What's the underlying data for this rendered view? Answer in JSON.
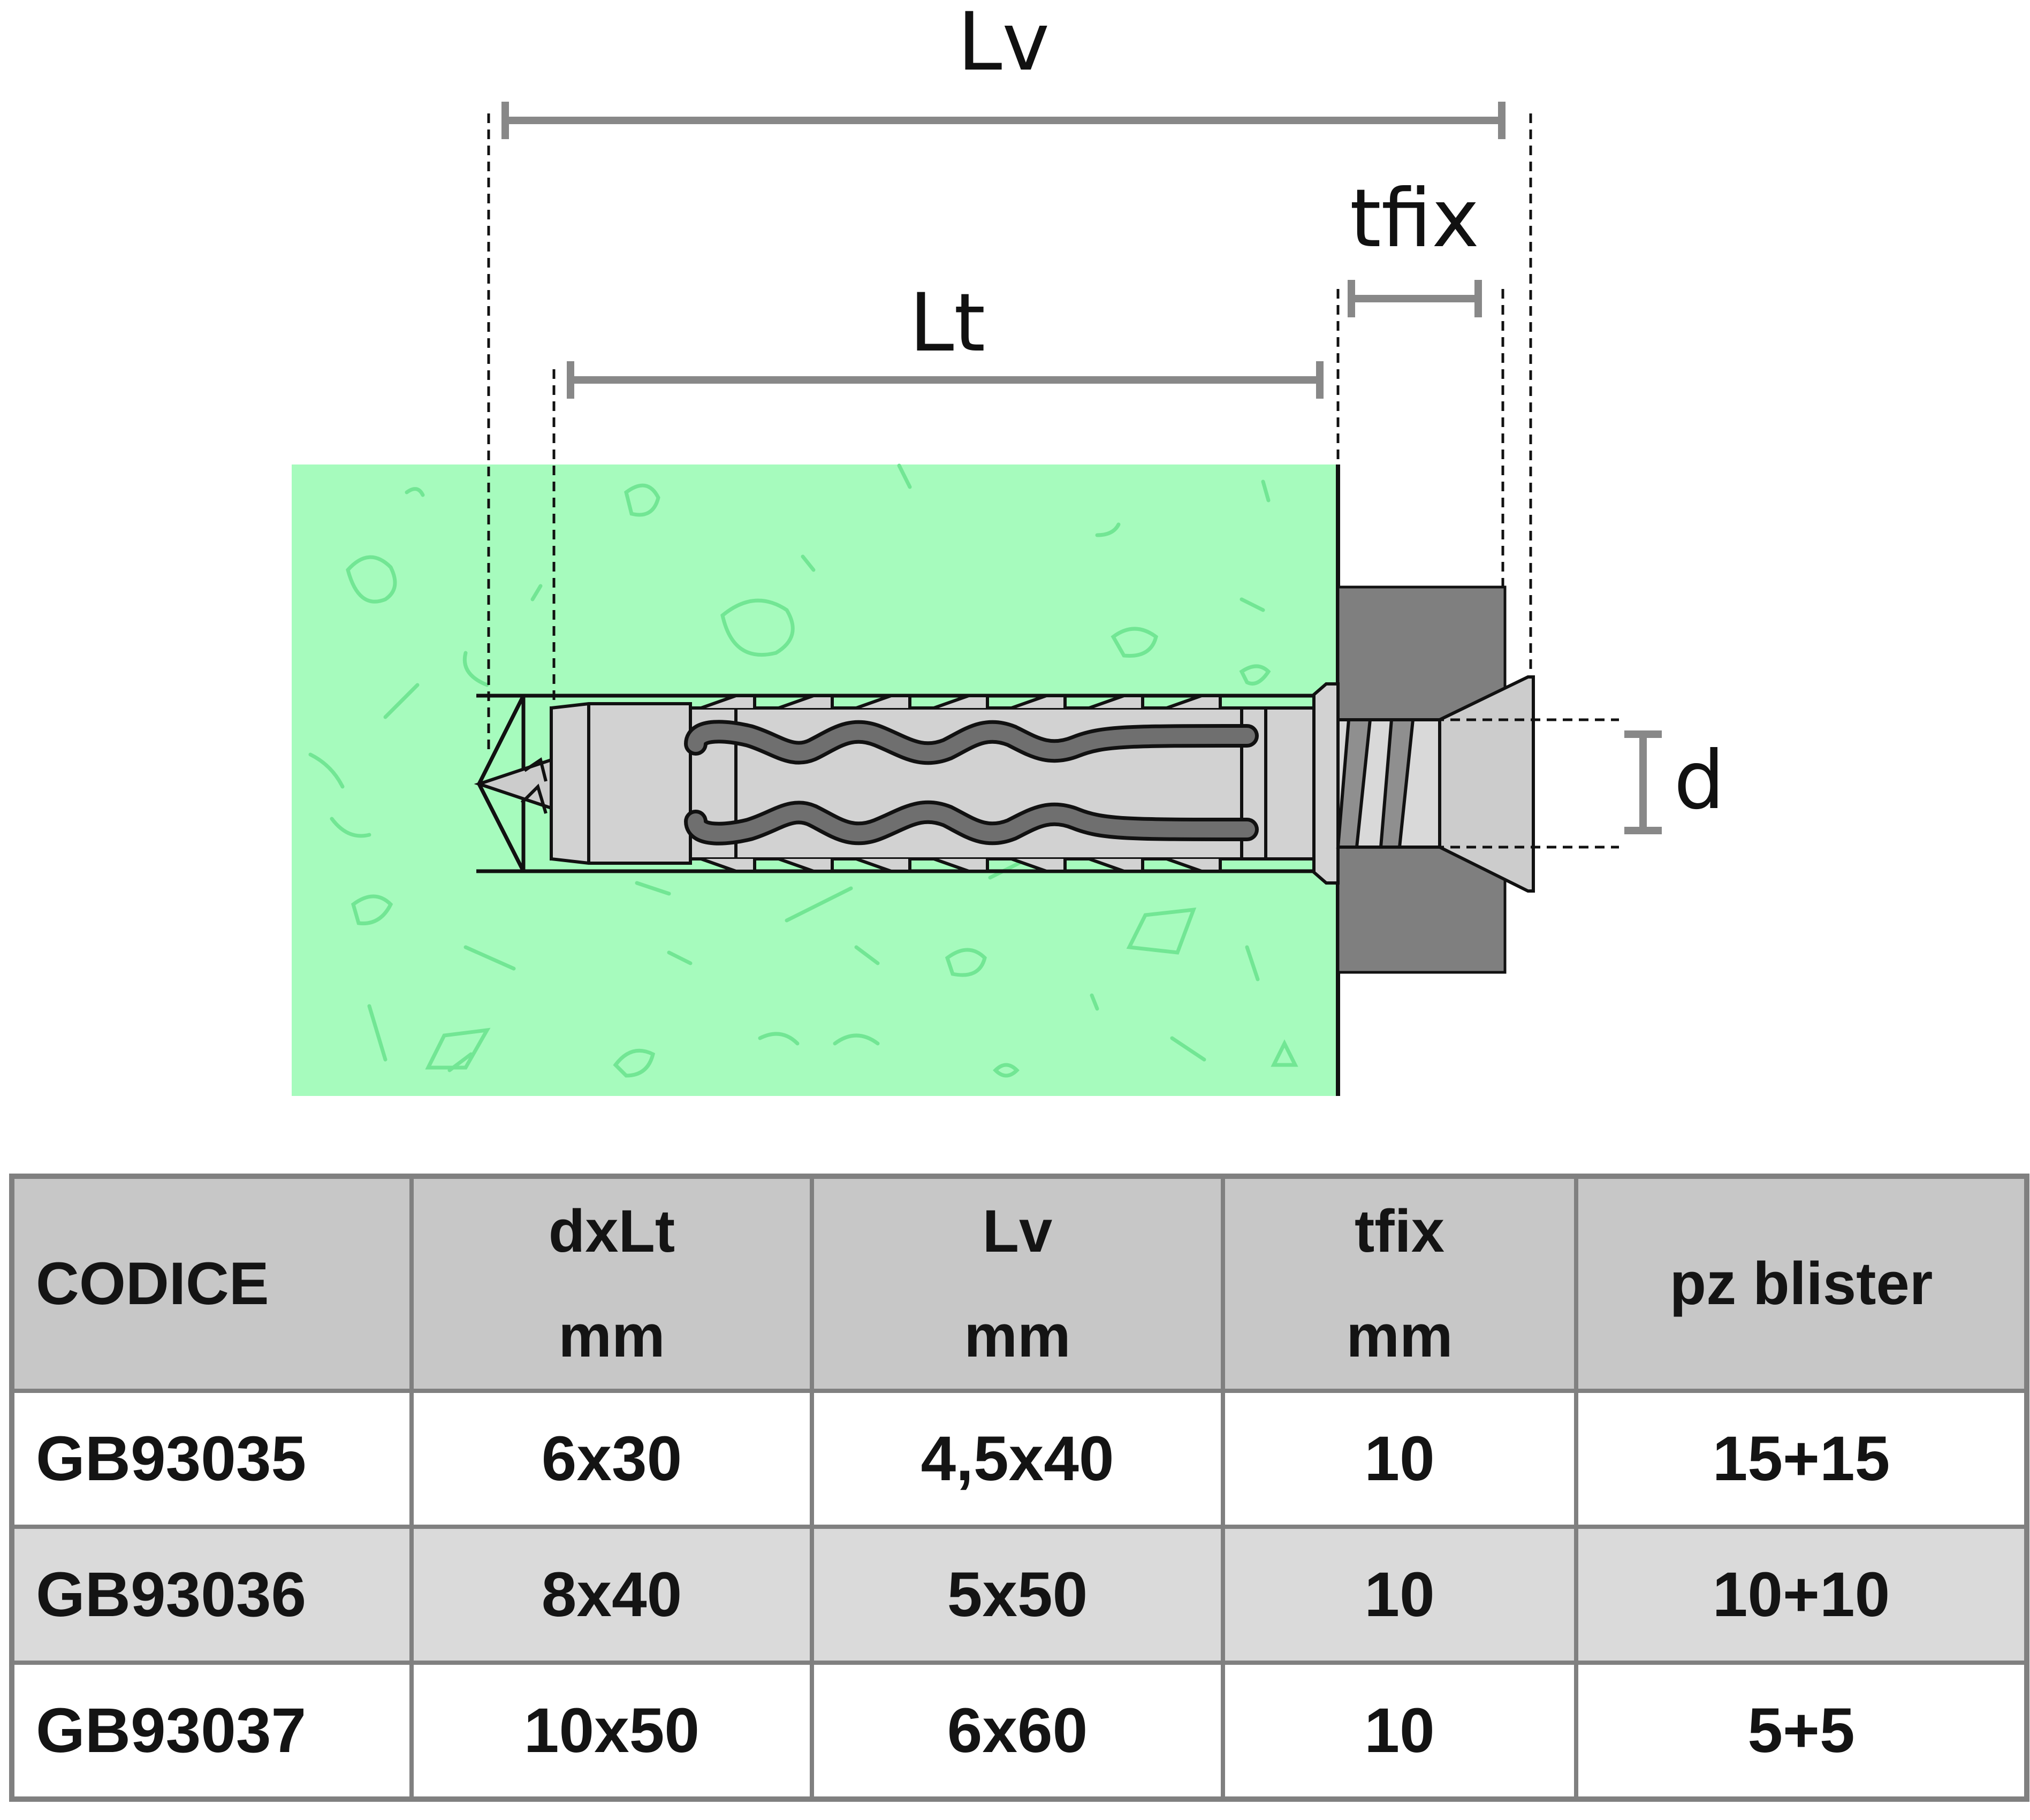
{
  "diagram": {
    "labels": {
      "lv": "Lv",
      "lt": "Lt",
      "tfix": "tfix",
      "d": "d"
    },
    "colors": {
      "base_material": "#a6fbbd",
      "base_texture": "#72e694",
      "fixture": "#7f7f7f",
      "plug": "#d2d2d2",
      "screw": "#cccccc",
      "dimension_line": "#888888",
      "outline": "#111111"
    }
  },
  "table": {
    "headers": [
      {
        "line1": "CODICE",
        "line2": ""
      },
      {
        "line1": "dxLt",
        "line2": "mm"
      },
      {
        "line1": "Lv",
        "line2": "mm"
      },
      {
        "line1": "tfix",
        "line2": "mm"
      },
      {
        "line1": "pz blister",
        "line2": ""
      }
    ],
    "rows": [
      [
        "GB93035",
        "6x30",
        "4,5x40",
        "10",
        "15+15"
      ],
      [
        "GB93036",
        "8x40",
        "5x50",
        "10",
        "10+10"
      ],
      [
        "GB93037",
        "10x50",
        "6x60",
        "10",
        "5+5"
      ]
    ],
    "colors": {
      "header_bg": "#c7c7c7",
      "row_alt_bg": "#dadada",
      "border": "#808080"
    }
  }
}
